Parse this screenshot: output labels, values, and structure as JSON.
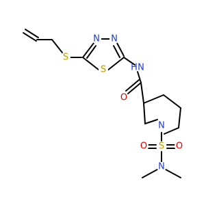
{
  "molecule": {
    "atoms": {
      "S_thioether": {
        "text": "S",
        "color": "#b8a000"
      },
      "N_ring_upper": {
        "text": "N",
        "color": "#1f3bd6"
      },
      "N_ring_right": {
        "text": "N",
        "color": "#1f3bd6"
      },
      "S_ring": {
        "text": "S",
        "color": "#b8a000"
      },
      "N_amide": {
        "text": "N",
        "color": "#1f3bd6"
      },
      "H_amide": {
        "text": "H",
        "color": "#1f3bd6"
      },
      "O_carbonyl": {
        "text": "O",
        "color": "#e00000"
      },
      "N_piperidine": {
        "text": "N",
        "color": "#1f3bd6"
      },
      "S_sulfonyl": {
        "text": "S",
        "color": "#b8a000"
      },
      "O_sulfonyl_left": {
        "text": "O",
        "color": "#e00000"
      },
      "O_sulfonyl_right": {
        "text": "O",
        "color": "#e00000"
      },
      "N_dimethyl": {
        "text": "N",
        "color": "#1f3bd6"
      }
    },
    "bond_color": "#000000"
  }
}
